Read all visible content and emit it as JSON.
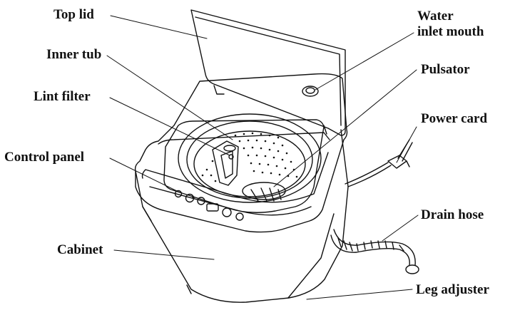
{
  "labels": {
    "top_lid": "Top  lid",
    "inner_tub": "Inner tub",
    "lint_filter": "Lint  filter",
    "control_panel": "Control  panel",
    "cabinet": "Cabinet",
    "water_inlet_line1": "Water",
    "water_inlet_line2": "inlet mouth",
    "pulsator": "Pulsator",
    "power_cord": "Power card",
    "drain_hose": "Drain hose",
    "leg_adjuster": "Leg adjuster"
  },
  "colors": {
    "line": "#111111",
    "background": "#ffffff"
  }
}
